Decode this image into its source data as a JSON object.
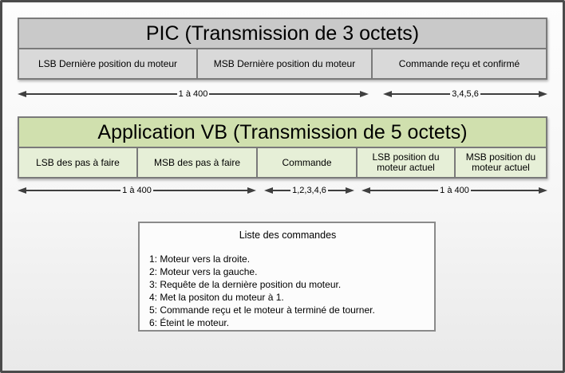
{
  "pic_table": {
    "title": "PIC (Transmission de 3 octets)",
    "cells": [
      "LSB Dernière position du moteur",
      "MSB Dernière position du moteur",
      "Commande reçu et confirmé"
    ],
    "arrows": [
      {
        "label": "1 à 400"
      },
      {
        "label": "3,4,5,6"
      }
    ]
  },
  "vb_table": {
    "title": "Application VB (Transmission de 5 octets)",
    "cells": [
      "LSB des pas à faire",
      "MSB des pas à faire",
      "Commande",
      "LSB position du moteur actuel",
      "MSB position du moteur actuel"
    ],
    "arrows": [
      {
        "label": "1 à 400"
      },
      {
        "label": "1,2,3,4,6"
      },
      {
        "label": "1 à 400"
      }
    ]
  },
  "commands": {
    "title": "Liste des commandes",
    "items": [
      "1: Moteur vers la droite.",
      "2: Moteur vers la gauche.",
      "3: Requête de la dernière position du moteur.",
      "4: Met la positon du moteur à 1.",
      "5: Commande reçu et le moteur à terminé de tourner.",
      "6: Éteint le moteur."
    ]
  },
  "colors": {
    "pic_header_bg": "#c9c9c9",
    "pic_cell_bg": "#d9d9d9",
    "vb_header_bg": "#d0e0ae",
    "vb_cell_bg": "#e6efd7",
    "table_border": "#7a7a7a",
    "arrow_line": "#3f3f3f",
    "frame_border": "#4b4b4b"
  }
}
